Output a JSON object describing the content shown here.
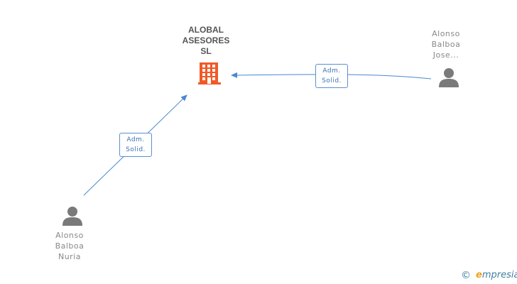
{
  "company": {
    "name_lines": [
      "ALOBAL",
      "ASESORES",
      "SL"
    ],
    "icon": "building-icon",
    "color": "#f05a28"
  },
  "people": [
    {
      "name_lines": [
        "Alonso",
        "Balboa",
        "Jose..."
      ],
      "icon": "person-icon"
    },
    {
      "name_lines": [
        "Alonso",
        "Balboa",
        "Nuria"
      ],
      "icon": "person-icon"
    }
  ],
  "relations": [
    {
      "from": "Alonso Balboa Jose...",
      "to": "ALOBAL ASESORES SL",
      "label_lines": [
        "Adm.",
        "Solid."
      ]
    },
    {
      "from": "Alonso Balboa Nuria",
      "to": "ALOBAL ASESORES SL",
      "label_lines": [
        "Adm.",
        "Solid."
      ]
    }
  ],
  "colors": {
    "link": "#4a86d4",
    "person": "#7a7a7a",
    "text": "#888888"
  },
  "footer": {
    "copyright_symbol": "©",
    "brand_first": "e",
    "brand_rest": "mpresia"
  }
}
